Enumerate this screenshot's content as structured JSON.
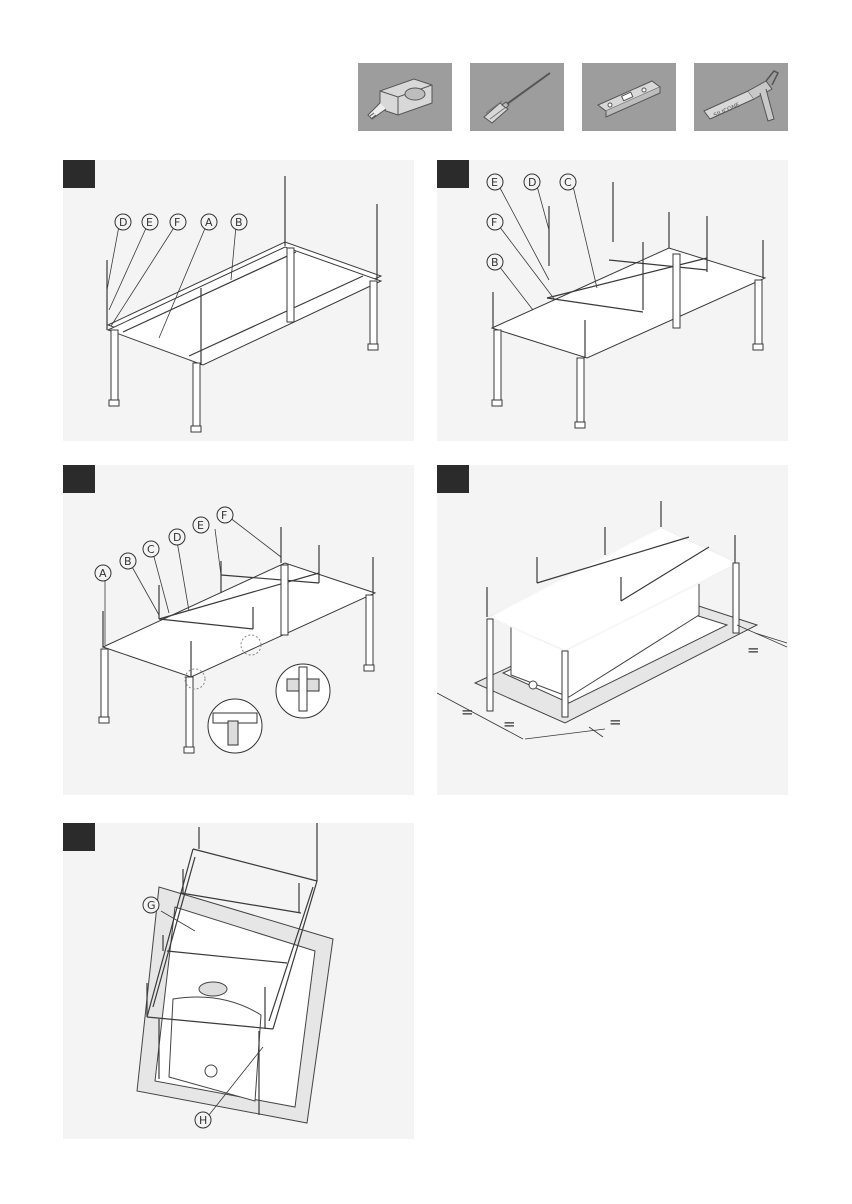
{
  "tools": [
    {
      "icon": "tape-measure-icon"
    },
    {
      "icon": "screwdriver-icon"
    },
    {
      "icon": "spirit-level-icon"
    },
    {
      "icon": "caulking-gun-icon"
    }
  ],
  "tool_labels": {
    "caulk_text": "SILICONE"
  },
  "panel1": {
    "callouts": [
      "D",
      "E",
      "F",
      "A",
      "B"
    ]
  },
  "panel2": {
    "callouts": [
      "E",
      "D",
      "C",
      "F",
      "B"
    ]
  },
  "panel3": {
    "callouts": [
      "A",
      "B",
      "C",
      "D",
      "E",
      "F"
    ]
  },
  "panel4": {
    "equals": [
      "=",
      "=",
      "=",
      "="
    ]
  },
  "panel5": {
    "callouts": [
      "G",
      "H"
    ]
  },
  "colors": {
    "panel_bg": "#f4f4f4",
    "tool_bg": "#9d9d9d",
    "step_badge": "#2b2b2b"
  }
}
